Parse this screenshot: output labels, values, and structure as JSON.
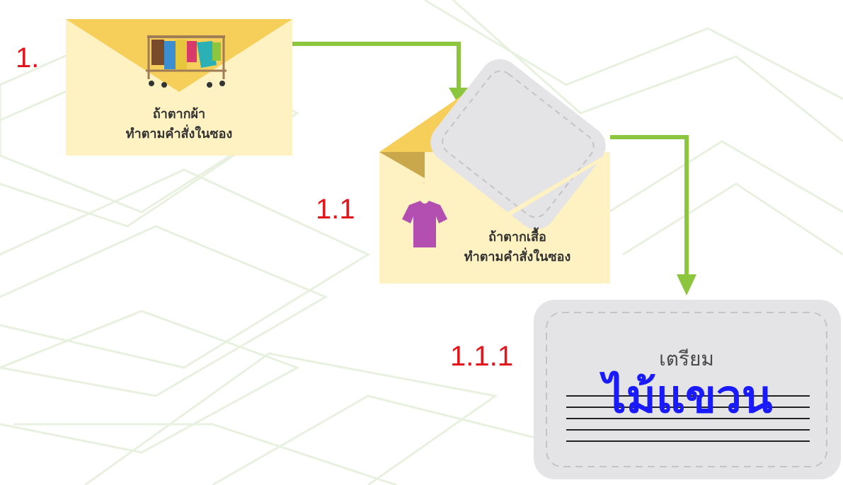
{
  "steps": [
    {
      "number": "1.",
      "caption_line1": "ถ้าตากผ้า",
      "caption_line2": "ทำตามคำสั่งในซอง",
      "icon": "clothes-rack-icon"
    },
    {
      "number": "1.1",
      "caption_line1": "ถ้าตากเสื้อ",
      "caption_line2": "ทำตามคำสั่งในซอง",
      "icon": "shirt-icon"
    },
    {
      "number": "1.1.1",
      "card_title": "เตรียม",
      "answer": "ไม้แขวน"
    }
  ],
  "colors": {
    "arrow": "#8cc63f",
    "envelope": "#fff2c2",
    "envelope_flap": "#f6cf5a",
    "card": "#e4e4e6",
    "step_number": "#e2141c",
    "answer": "#1a1aff"
  }
}
